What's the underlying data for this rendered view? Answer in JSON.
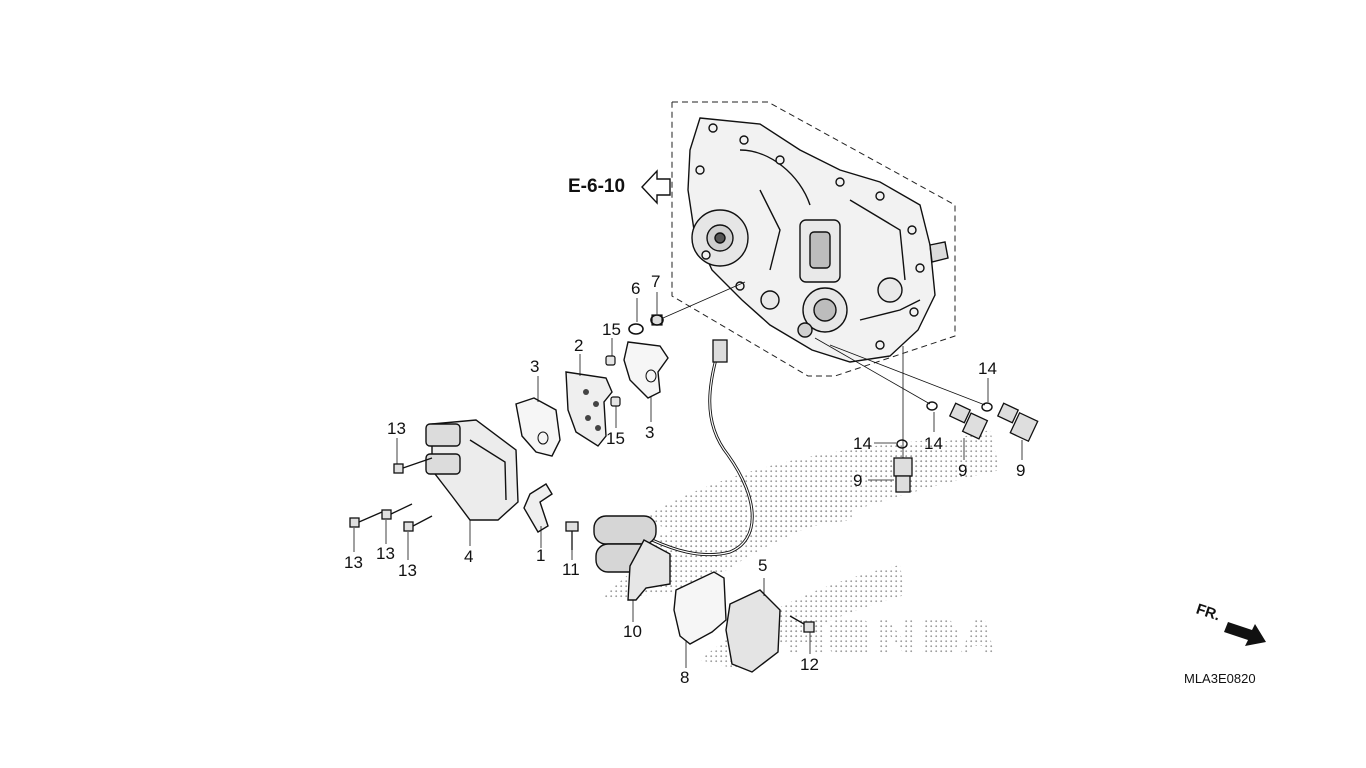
{
  "diagram": {
    "reference": "E-6-10",
    "direction_label": "FR.",
    "drawing_code": "MLA3E0820",
    "watermark": "HONDA",
    "callouts": [
      {
        "id": "c1",
        "text": "1"
      },
      {
        "id": "c2",
        "text": "2"
      },
      {
        "id": "c3a",
        "text": "3"
      },
      {
        "id": "c3b",
        "text": "3"
      },
      {
        "id": "c4",
        "text": "4"
      },
      {
        "id": "c5",
        "text": "5"
      },
      {
        "id": "c6",
        "text": "6"
      },
      {
        "id": "c7",
        "text": "7"
      },
      {
        "id": "c8",
        "text": "8"
      },
      {
        "id": "c9a",
        "text": "9"
      },
      {
        "id": "c9b",
        "text": "9"
      },
      {
        "id": "c9c",
        "text": "9"
      },
      {
        "id": "c10",
        "text": "10"
      },
      {
        "id": "c11",
        "text": "11"
      },
      {
        "id": "c12",
        "text": "12"
      },
      {
        "id": "c13a",
        "text": "13"
      },
      {
        "id": "c13b",
        "text": "13"
      },
      {
        "id": "c13c",
        "text": "13"
      },
      {
        "id": "c13d",
        "text": "13"
      },
      {
        "id": "c14a",
        "text": "14"
      },
      {
        "id": "c14b",
        "text": "14"
      },
      {
        "id": "c14c",
        "text": "14"
      },
      {
        "id": "c15a",
        "text": "15"
      },
      {
        "id": "c15b",
        "text": "15"
      }
    ]
  }
}
